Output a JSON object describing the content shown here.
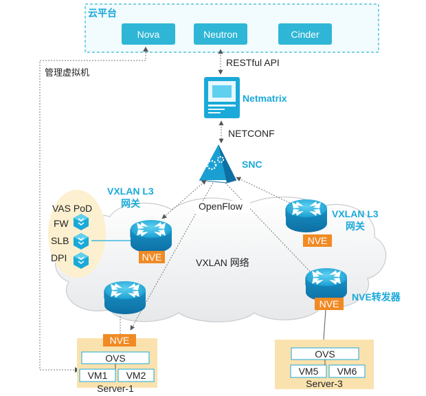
{
  "cloud_platform": {
    "title": "云平台",
    "services": [
      "Nova",
      "Neutron",
      "Cinder"
    ]
  },
  "labels": {
    "manage_vm": "管理虚拟机",
    "restful_api": "RESTful API",
    "netconf": "NETCONF",
    "openflow": "OpenFlow",
    "vxlan_network": "VXLAN 网络"
  },
  "controller": {
    "name": "Netmatrix"
  },
  "snc": {
    "name": "SNC"
  },
  "gateways": {
    "left_line1": "VXLAN L3",
    "left_line2": "网关",
    "right_line1": "VXLAN L3",
    "right_line2": "网关"
  },
  "vas_pod": {
    "title": "VAS PoD",
    "items": [
      "FW",
      "SLB",
      "DPI"
    ]
  },
  "nve_label": "NVE",
  "nve_forwarder": "NVE转发器",
  "server1": {
    "ovs": "OVS",
    "vms": [
      "VM1",
      "VM2"
    ],
    "name": "Server-1"
  },
  "server3": {
    "ovs": "OVS",
    "vms": [
      "VM5",
      "VM6"
    ],
    "name": "Server-3"
  },
  "colors": {
    "brand_blue": "#1aa9d8",
    "service_teal": "#2fb6d6",
    "nve_orange": "#f08a24",
    "server_fill": "#fae2ae",
    "vas_fill": "#fdf0d0"
  }
}
